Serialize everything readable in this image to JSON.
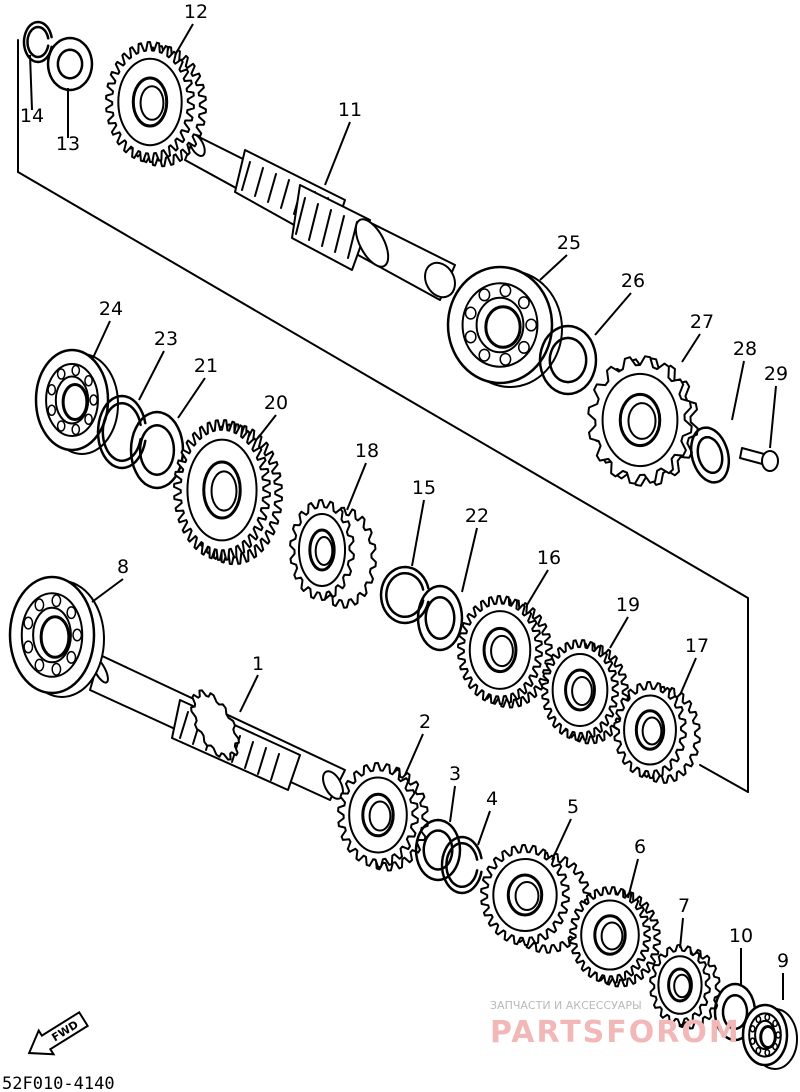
{
  "diagram": {
    "callouts": [
      "1",
      "2",
      "3",
      "4",
      "5",
      "6",
      "7",
      "8",
      "9",
      "10",
      "11",
      "12",
      "13",
      "14",
      "15",
      "16",
      "17",
      "18",
      "19",
      "20",
      "21",
      "22",
      "23",
      "24",
      "25",
      "26",
      "27",
      "28",
      "29"
    ],
    "fwd_label": "FWD",
    "drawing_code": "52F010-4140",
    "watermark": {
      "line1": "ЗАПЧАСТИ И АКСЕССУАРЫ",
      "line2": "PARTSFOROM"
    }
  }
}
